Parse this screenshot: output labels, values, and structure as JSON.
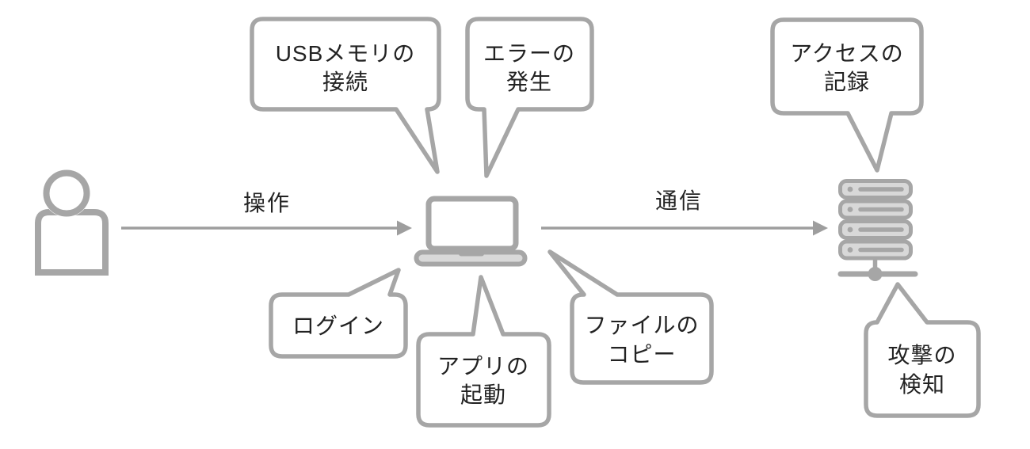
{
  "diagram": {
    "colors": {
      "outline": "#a6a6a6",
      "arrow": "#9e9e9e",
      "text": "#222222",
      "server_fill": "#d8d8d8",
      "background": "#ffffff"
    },
    "actors": {
      "user": {
        "icon": "person-icon"
      },
      "pc": {
        "icon": "laptop-icon"
      },
      "server": {
        "icon": "server-icon"
      }
    },
    "arrows": {
      "operation": {
        "label": "操作"
      },
      "communication": {
        "label": "通信"
      }
    },
    "bubbles": {
      "usb": {
        "line1": "USBメモリの",
        "line2": "接続"
      },
      "error": {
        "line1": "エラーの",
        "line2": "発生"
      },
      "login": {
        "line1": "ログイン"
      },
      "app": {
        "line1": "アプリの",
        "line2": "起動"
      },
      "file": {
        "line1": "ファイルの",
        "line2": "コピー"
      },
      "access": {
        "line1": "アクセスの",
        "line2": "記録"
      },
      "attack": {
        "line1": "攻撃の",
        "line2": "検知"
      }
    }
  }
}
